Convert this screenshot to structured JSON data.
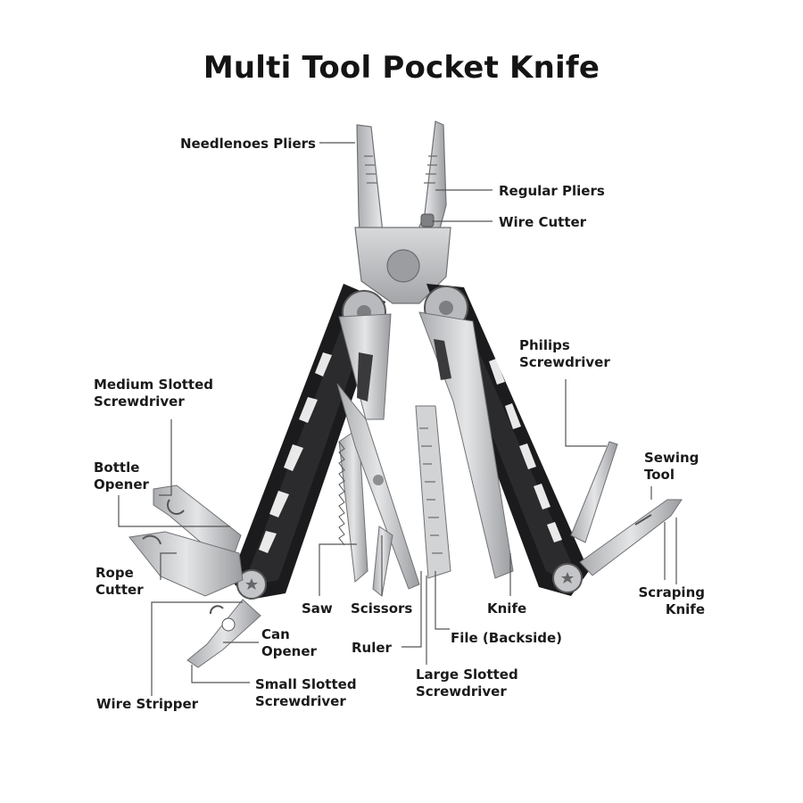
{
  "title": "Multi Tool Pocket Knife",
  "labels": {
    "needlenose_pliers": "Needlenoes Pliers",
    "regular_pliers": "Regular Pliers",
    "wire_cutter": "Wire Cutter",
    "philips_screwdriver": "Philips\nScrewdriver",
    "medium_slotted_screwdriver": "Medium Slotted\nScrewdriver",
    "bottle_opener": "Bottle\nOpener",
    "sewing_tool": "Sewing\nTool",
    "rope_cutter": "Rope\nCutter",
    "saw": "Saw",
    "scissors": "Scissors",
    "knife": "Knife",
    "scraping_knife": "Scraping\nKnife",
    "can_opener": "Can\nOpener",
    "ruler": "Ruler",
    "file_backside": "File (Backside)",
    "small_slotted_screwdriver": "Small Slotted\nScrewdriver",
    "large_slotted_screwdriver": "Large Slotted\nScrewdriver",
    "wire_stripper": "Wire Stripper"
  },
  "colors": {
    "steel": "#c9cacc",
    "steel_dark": "#8e9093",
    "handle_black": "#1b1b1d",
    "leader_line": "#555555",
    "text": "#1a1a1a"
  }
}
